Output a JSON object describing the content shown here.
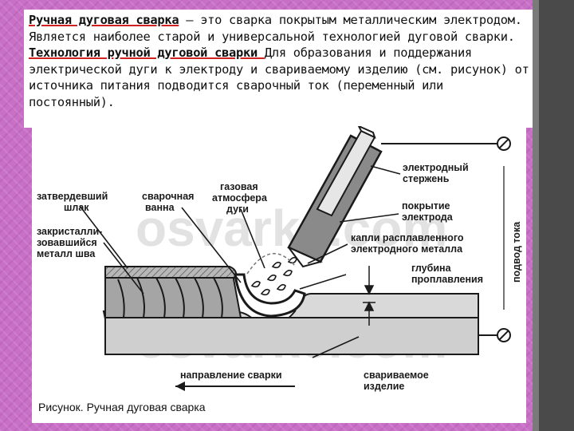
{
  "paragraph": {
    "term1": "Ручная дуговая сварка",
    "text1": " – это сварка покрытым металлическим электродом. Является наиболее старой и универсальной технологией дуговой сварки. ",
    "term2": "Технология ручной дуговой сварки ",
    "text2": "Для образования и поддержания электрической дуги к электроду и свариваемому изделию (см. рисунок) от источника питания подводится сварочный ток (переменный или постоянный)."
  },
  "figure": {
    "watermark": "osvarke.com",
    "caption": "Рисунок. Ручная дуговая сварка",
    "labels": {
      "slag": [
        "затвердевший",
        "шлак"
      ],
      "pool": [
        "сварочная",
        "ванна"
      ],
      "gas": [
        "газовая",
        "атмосфера",
        "дуги"
      ],
      "rod": [
        "электродный",
        "стержень"
      ],
      "coating": [
        "покрытие",
        "электрода"
      ],
      "droplets": [
        "капли расплавленного",
        "электродного металла"
      ],
      "depth": [
        "глубина",
        "проплавления"
      ],
      "crystal": [
        "закристалли-",
        "зовавшийся",
        "металл шва"
      ],
      "current": "подвод тока",
      "direction": "направление сварки",
      "workpiece": [
        "свариваемое",
        "изделие"
      ]
    }
  }
}
